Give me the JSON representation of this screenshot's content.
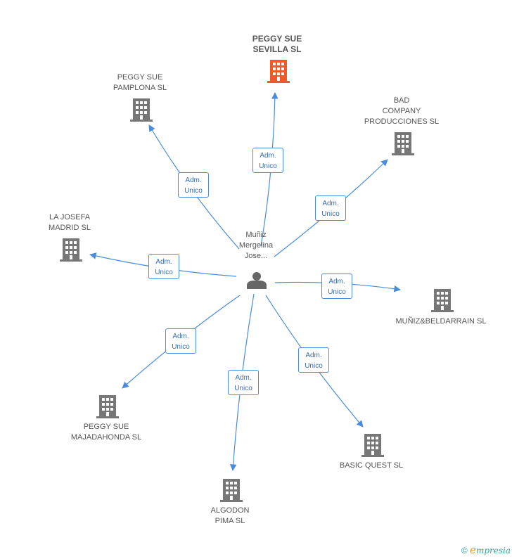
{
  "colors": {
    "edge": "#4a8cdc",
    "building": "#777777",
    "building_main": "#f05a28"
  },
  "person": {
    "name": "Muñiz\nMergelina\nJose...",
    "icon": "person-icon"
  },
  "companies": [
    {
      "id": "peggy-sue-sevilla",
      "name": "PEGGY SUE\nSEVILLA SL",
      "main": true,
      "edge_label": "Adm.\nUnico"
    },
    {
      "id": "peggy-sue-pamplona",
      "name": "PEGGY SUE\nPAMPLONA SL",
      "main": false,
      "edge_label": "Adm.\nUnico"
    },
    {
      "id": "bad-company",
      "name": "BAD\nCOMPANY\nPRODUCCIONES SL",
      "main": false,
      "edge_label": "Adm.\nUnico"
    },
    {
      "id": "la-josefa",
      "name": "LA JOSEFA\nMADRID  SL",
      "main": false,
      "edge_label": "Adm.\nUnico"
    },
    {
      "id": "muniz-beldarrain",
      "name": "MUÑIZ&BELDARRAIN SL",
      "main": false,
      "edge_label": "Adm.\nUnico"
    },
    {
      "id": "peggy-sue-majadahonda",
      "name": "PEGGY SUE\nMAJADAHONDA SL",
      "main": false,
      "edge_label": "Adm.\nUnico"
    },
    {
      "id": "basic-quest",
      "name": "BASIC QUEST SL",
      "main": false,
      "edge_label": "Adm.\nUnico"
    },
    {
      "id": "algodon-pima",
      "name": "ALGODON\nPIMA SL",
      "main": false,
      "edge_label": "Adm.\nUnico"
    }
  ],
  "footer": {
    "copyright": "©",
    "brand_initial": "e",
    "brand_rest": "mpresia"
  }
}
